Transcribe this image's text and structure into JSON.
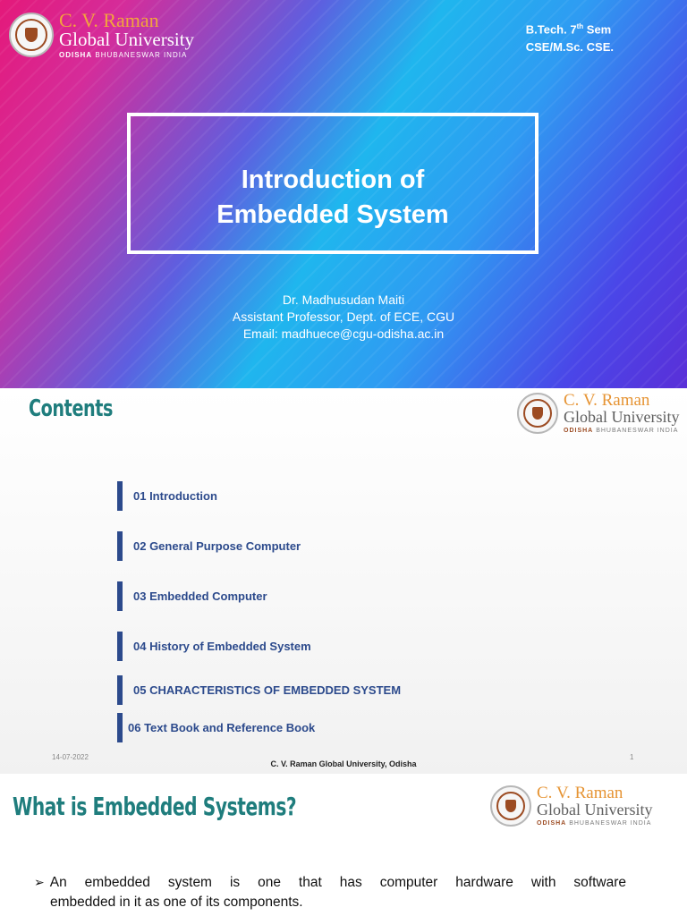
{
  "logo": {
    "line1": "C. V. Raman",
    "line2": "Global University",
    "line3_bold": "ODISHA",
    "line3_rest": "BHUBANESWAR INDIA"
  },
  "title_slide": {
    "program_line1_prefix": "B.Tech. 7",
    "program_line1_sup": "th",
    "program_line1_suffix": " Sem",
    "program_line2": "CSE/M.Sc. CSE.",
    "title_line1": "Introduction of",
    "title_line2": "Embedded System",
    "author_name": "Dr. Madhusudan Maiti",
    "author_title": "Assistant Professor, Dept. of ECE, CGU",
    "author_email": "Email: madhuece@cgu-odisha.ac.in"
  },
  "contents_slide": {
    "heading": "Contents",
    "items": [
      "01  Introduction",
      "02 General Purpose Computer",
      "03 Embedded Computer",
      "04 History of Embedded System",
      "05 CHARACTERISTICS OF EMBEDDED SYSTEM",
      "06 Text Book and Reference Book"
    ],
    "footer_date": "14-07-2022",
    "footer_center": "C. V. Raman Global University, Odisha",
    "footer_page": "1"
  },
  "what_slide": {
    "heading": "What is Embedded Systems?",
    "bullet_symbol": "➢",
    "body_line1": "An embedded system is one that has computer hardware with software",
    "body_line2": "embedded in it as one of its components."
  },
  "colors": {
    "heading_teal": "#1f7d7d",
    "toc_blue": "#2c4a8c",
    "logo_orange": "#e69434",
    "logo_brown": "#9c4b22"
  }
}
